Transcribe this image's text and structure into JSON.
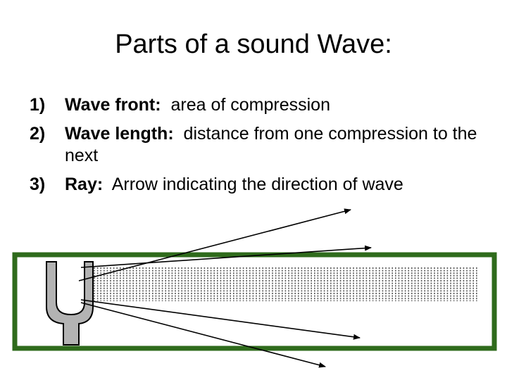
{
  "title": "Parts of a sound Wave:",
  "items": [
    {
      "num": "1)",
      "term": "Wave front:",
      "desc": "area of compression"
    },
    {
      "num": "2)",
      "term": "Wave length:",
      "desc": "distance from one compression to the next"
    },
    {
      "num": "3)",
      "term": "Ray:",
      "desc": "Arrow indicating the direction of wave"
    }
  ],
  "colors": {
    "frame": "#2f6b1c",
    "fork_fill": "#b3b3b3",
    "fork_stroke": "#000000",
    "wave_lines": "#555555",
    "rays": "#000000"
  }
}
